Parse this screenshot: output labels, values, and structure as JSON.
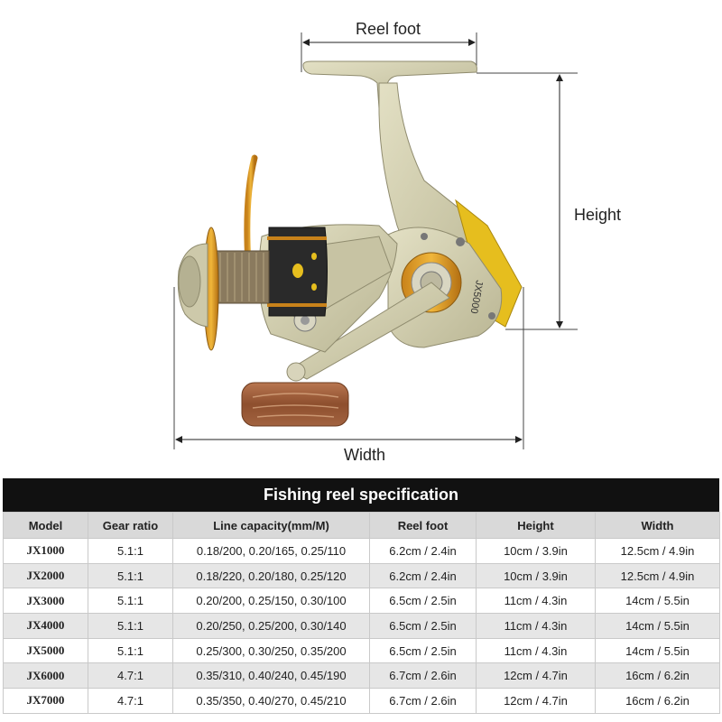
{
  "dimensions": {
    "reel_foot_label": "Reel foot",
    "height_label": "Height",
    "width_label": "Width"
  },
  "reel": {
    "model_marking": "JX5000",
    "body_color": "#d2cfae",
    "accent_color": "#e6be1e",
    "handle_knob_color": "#a15b34"
  },
  "table": {
    "title": "Fishing reel specification",
    "columns": [
      "Model",
      "Gear ratio",
      "Line capacity(mm/M)",
      "Reel foot",
      "Height",
      "Width"
    ],
    "rows": [
      [
        "JX1000",
        "5.1:1",
        "0.18/200, 0.20/165, 0.25/110",
        "6.2cm / 2.4in",
        "10cm / 3.9in",
        "12.5cm / 4.9in"
      ],
      [
        "JX2000",
        "5.1:1",
        "0.18/220, 0.20/180, 0.25/120",
        "6.2cm / 2.4in",
        "10cm / 3.9in",
        "12.5cm / 4.9in"
      ],
      [
        "JX3000",
        "5.1:1",
        "0.20/200, 0.25/150, 0.30/100",
        "6.5cm / 2.5in",
        "11cm / 4.3in",
        "14cm / 5.5in"
      ],
      [
        "JX4000",
        "5.1:1",
        "0.20/250, 0.25/200, 0.30/140",
        "6.5cm / 2.5in",
        "11cm / 4.3in",
        "14cm / 5.5in"
      ],
      [
        "JX5000",
        "5.1:1",
        "0.25/300, 0.30/250, 0.35/200",
        "6.5cm / 2.5in",
        "11cm / 4.3in",
        "14cm / 5.5in"
      ],
      [
        "JX6000",
        "4.7:1",
        "0.35/310, 0.40/240, 0.45/190",
        "6.7cm / 2.6in",
        "12cm / 4.7in",
        "16cm / 6.2in"
      ],
      [
        "JX7000",
        "4.7:1",
        "0.35/350, 0.40/270, 0.45/210",
        "6.7cm / 2.6in",
        "12cm / 4.7in",
        "16cm / 6.2in"
      ]
    ]
  }
}
